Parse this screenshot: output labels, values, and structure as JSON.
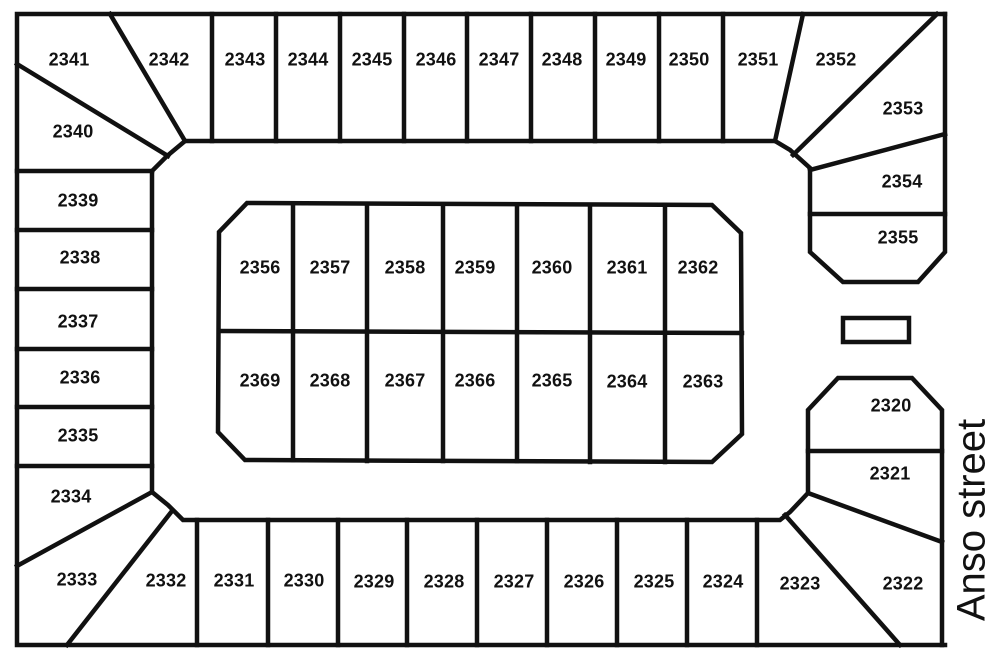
{
  "map": {
    "street_label": "Anso street",
    "line_color": "#111111",
    "background": "#ffffff"
  },
  "stalls": {
    "top_row": [
      "2341",
      "2342",
      "2343",
      "2344",
      "2345",
      "2346",
      "2347",
      "2348",
      "2349",
      "2350",
      "2351",
      "2352"
    ],
    "right_upper": [
      "2353",
      "2354",
      "2355"
    ],
    "right_lower": [
      "2320",
      "2321",
      "2322"
    ],
    "bottom_row": [
      "2323",
      "2324",
      "2325",
      "2326",
      "2327",
      "2328",
      "2329",
      "2330",
      "2331",
      "2332",
      "2333"
    ],
    "left_column": [
      "2340",
      "2339",
      "2338",
      "2337",
      "2336",
      "2335",
      "2334"
    ],
    "island_top": [
      "2356",
      "2357",
      "2358",
      "2359",
      "2360",
      "2361",
      "2362"
    ],
    "island_bottom": [
      "2369",
      "2368",
      "2367",
      "2366",
      "2365",
      "2364",
      "2363"
    ]
  }
}
